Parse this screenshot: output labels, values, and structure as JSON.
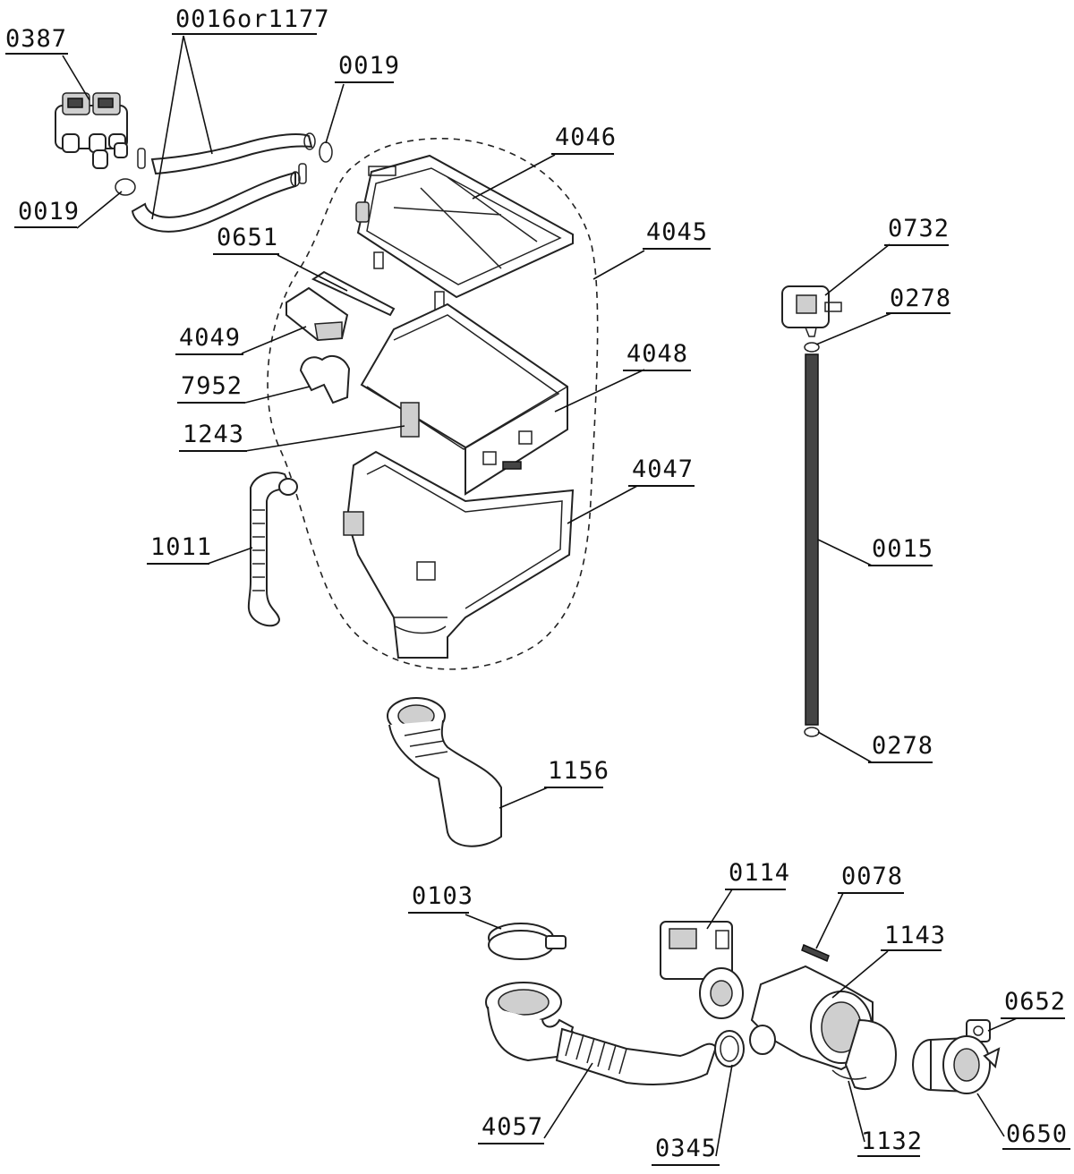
{
  "diagram": {
    "labels": {
      "p0387": "0387",
      "p0016or1177": "0016or1177",
      "p0019_top": "0019",
      "p0019_left": "0019",
      "p4046": "4046",
      "p4045": "4045",
      "p0651": "0651",
      "p4049": "4049",
      "p7952": "7952",
      "p4048": "4048",
      "p1243": "1243",
      "p4047": "4047",
      "p1011": "1011",
      "p0732": "0732",
      "p0278_top": "0278",
      "p0015": "0015",
      "p0278_bottom": "0278",
      "p1156": "1156",
      "p0103": "0103",
      "p0114": "0114",
      "p0078": "0078",
      "p1143": "1143",
      "p0652": "0652",
      "p4057": "4057",
      "p0345": "0345",
      "p1132": "1132",
      "p0650": "0650"
    }
  }
}
